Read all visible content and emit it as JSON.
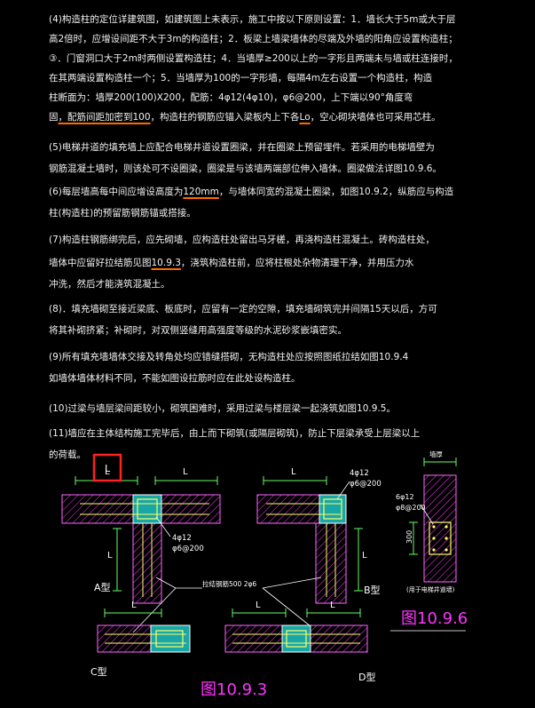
{
  "notes": [
    {
      "id": "n4a",
      "text": "(4)构造柱的定位详建筑图，如建筑图上未表示，施工中按以下原则设置：1．墙长大于5m或大于层"
    },
    {
      "id": "n4b",
      "text": "高2倍时，应增设间距不大于3m的构造柱；2．板梁上墙梁墙体的尽端及外墙的阳角应设置构造柱；"
    },
    {
      "id": "n4c",
      "text": "③．门窗洞口大于2m时两侧设置构造柱；4．当墙厚≥200以上的一字形且两端未与墙或柱连接时，"
    },
    {
      "id": "n4d",
      "text": "在其两端设置构造柱一个；5．当墙厚为100的一字形墙，每隔4m左右设置一个构造柱，构造"
    },
    {
      "id": "n4e",
      "text": "柱断面为：墙厚200(100)X200，配筋：4φ12(4φ10)，φ6@200，上下端以90°角度弯"
    },
    {
      "id": "n4f",
      "pre": "固",
      "hl1": "，配筋间距加密到100",
      "mid": "，构造柱的钢筋应锚入梁板内上下各",
      "hl2": "Lo",
      "post": "，空心砌块墙体也可采用芯柱。"
    },
    {
      "id": "n5a",
      "text": "(5)电梯井道的填充墙上应配合电梯井道设置圈梁，并在圈梁上预留埋件。若采用的电梯墙壁为"
    },
    {
      "id": "n5b",
      "text": "钢筋混凝土墙时，则该处可不设圈梁，圈梁是与该墙两端部位伸入墙体。圈梁做法详图10.9.6。"
    },
    {
      "id": "n6a",
      "pre": "(6)每层墙高每中间应增设高度为",
      "hl1": "120mm",
      "post": "，与墙体同宽的混凝土圈梁，如图10.9.2，纵筋应与构造"
    },
    {
      "id": "n6b",
      "text": "柱(构造柱)的预留筋钢筋锚或搭接。"
    },
    {
      "id": "n7a",
      "text": "(7)构造柱钢筋绑完后，应先砌墙，应构造柱处留出马牙槎，再浇构造柱混凝土。砖构造柱处，"
    },
    {
      "id": "n7b",
      "pre": "墙体中应留好拉结筋见图",
      "hl1": "10.9.3",
      "post": "，浇筑构造柱前，应将柱根处杂物清理干净，并用压力水"
    },
    {
      "id": "n7c",
      "text": "冲洗，然后才能浇筑混凝土。"
    },
    {
      "id": "n8a",
      "text": "(8)．填充墙砌至接近梁底、板底时，应留有一定的空隙，填充墙砌筑完并间隔15天以后，方可"
    },
    {
      "id": "n8b",
      "text": "将其补砌挤紧；补砌时，对双侧竖缝用高强度等级的水泥砂浆嵌填密实。"
    },
    {
      "id": "n9a",
      "text": "(9)所有填充墙墙体交接及转角处均应错缝搭砌，无构造柱处应按照图纸拉结如图10.9.4"
    },
    {
      "id": "n9b",
      "text": "如墙体墙体材料不同，不能如图设拉筋时应在此处设构造柱。"
    },
    {
      "id": "n10",
      "text": "(10)过梁与墙层梁间距较小，砌筑困难时，采用过梁与楼层梁一起浇筑如图10.9.5。"
    },
    {
      "id": "n11a",
      "text": "(11)墙应在主体结构施工完毕后，由上而下砌筑(或隔层砌筑)，防止下层梁承受上层梁以上"
    },
    {
      "id": "n11b",
      "text": "的荷载。"
    }
  ],
  "diagram": {
    "dim_L": "L",
    "dim_300": "300",
    "label_4d12": "4φ12",
    "label_d6_200": "φ6@200",
    "label_6d12": "6φ12",
    "label_d8_200": "φ8@200",
    "label_wall_thickness": "墙厚",
    "label_tie_bars": "拉结钢筋500 2φ6",
    "label_lintel_note": "(用于电梯井道墙)",
    "type_A": "A型",
    "type_B": "B型",
    "type_C": "C型",
    "type_D": "D型",
    "fig_1093": "图10.9.3",
    "fig_1096": "图10.9.6"
  },
  "colors": {
    "wall_hatch": "#ff33ff",
    "column_fill": "#19a6a6",
    "rebar": "#ffff66",
    "dimension": "#66ff66",
    "caption": "#ff33ff",
    "highlight_box": "#ff2020",
    "underline": "#ff6a00"
  }
}
